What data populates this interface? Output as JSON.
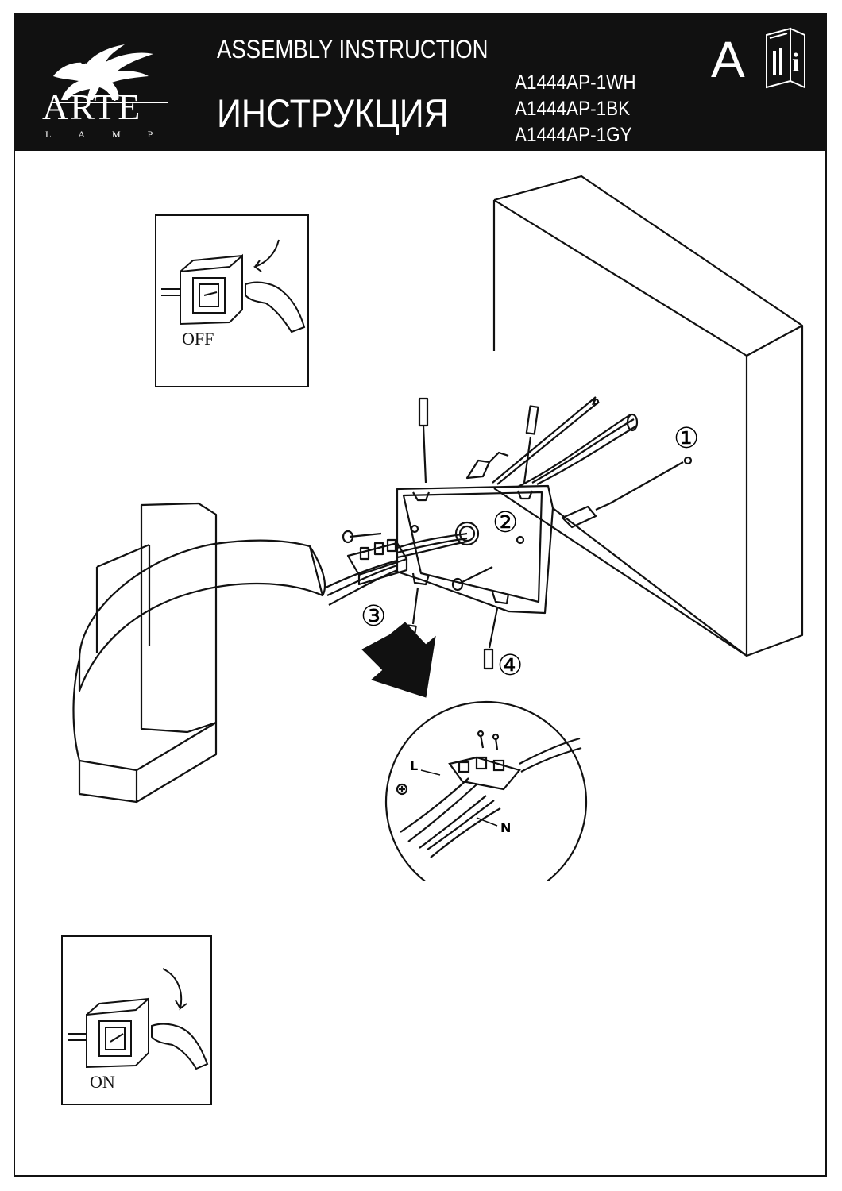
{
  "header": {
    "brand_name": "ARTE",
    "brand_sub": "LAMP",
    "title_en": "ASSEMBLY  INSTRUCTION",
    "title_ru": "ИНСТРУКЦИЯ",
    "models": [
      "A1444AP-1WH",
      "A1444AP-1BK",
      "A1444AP-1GY"
    ],
    "section_letter": "A",
    "info_icon": "manual-book-icon"
  },
  "switch_off": {
    "label": "OFF",
    "icon": "wall-switch-icon"
  },
  "switch_on": {
    "label": "ON",
    "icon": "wall-switch-icon"
  },
  "diagram": {
    "step_labels": [
      "①",
      "②",
      "③",
      "④"
    ],
    "wire_labels": {
      "live": "L",
      "neutral": "N"
    },
    "ground_icon": "ground-symbol-icon",
    "arrow_icon": "direction-arrow-icon"
  },
  "colors": {
    "ink": "#111111",
    "paper": "#ffffff"
  }
}
